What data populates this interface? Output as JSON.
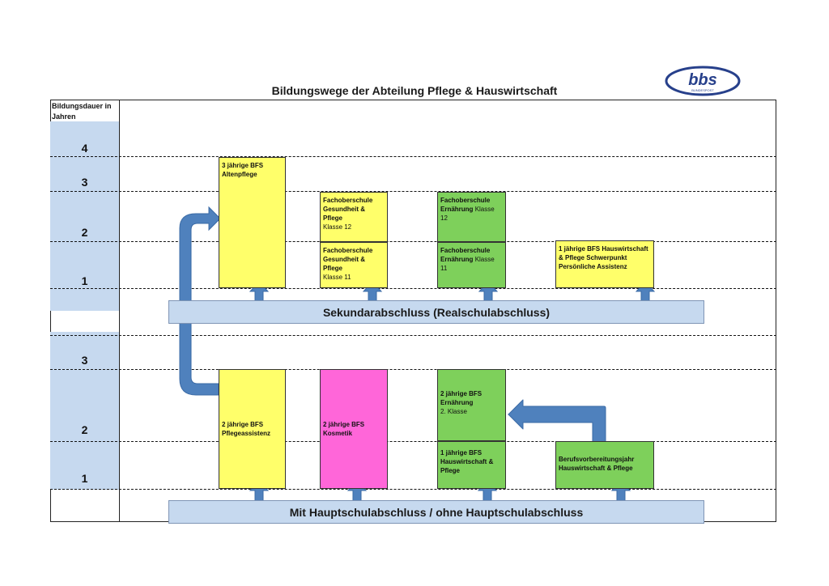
{
  "title": "Bildungswege der Abteilung Pflege & Hauswirtschaft",
  "logo": {
    "text": "bbs",
    "subtext": "BUNDESPOST"
  },
  "y_axis": {
    "header": "Bildungsdauer in Jahren",
    "upper_years": [
      "4",
      "3",
      "2",
      "1"
    ],
    "lower_years": [
      "3",
      "2",
      "1"
    ]
  },
  "bars": {
    "upper": "Sekundarabschluss (Realschulabschluss)",
    "lower": "Mit Hauptschulabschluss / ohne Hauptschulabschluss"
  },
  "boxes": {
    "bfs3_alten": {
      "bold": "3 jährige BFS Altenpflege",
      "normal": ""
    },
    "fos_ges12": {
      "bold": "Fachoberschule Gesundheit & Pflege",
      "normal": "Klasse 12"
    },
    "fos_ges11": {
      "bold": "Fachoberschule Gesundheit & Pflege",
      "normal": "Klasse 11"
    },
    "fos_ern12": {
      "bold": "Fachoberschule Ernährung",
      "normal": "Klasse 12"
    },
    "fos_ern11": {
      "bold": "Fachoberschule Ernährung",
      "normal": "Klasse 11"
    },
    "bfs1_hw_sp": {
      "bold": "1 jährige BFS Hauswirtschaft & Pflege Schwerpunkt Persönliche Assistenz",
      "normal": ""
    },
    "bfs2_pflegeass": {
      "bold": "2 jährige BFS Pflegeassistenz",
      "normal": ""
    },
    "bfs2_kosmetik": {
      "bold": "2 jährige BFS Kosmetik",
      "normal": ""
    },
    "bfs2_ern": {
      "bold": "2 jährige BFS Ernährung",
      "normal": "2. Klasse"
    },
    "bfs1_hw": {
      "bold": "1 jährige BFS Hauswirtschaft & Pflege",
      "normal": ""
    },
    "bvj": {
      "bold": "Berufsvorbereitungsjahr Hauswirtschaft & Pflege",
      "normal": ""
    }
  },
  "colors": {
    "yellow": "#ffff6a",
    "green": "#7ed05b",
    "pink": "#ff66d9",
    "axis_blue": "#c6d9ef",
    "arrow_blue": "#4f81bd"
  }
}
